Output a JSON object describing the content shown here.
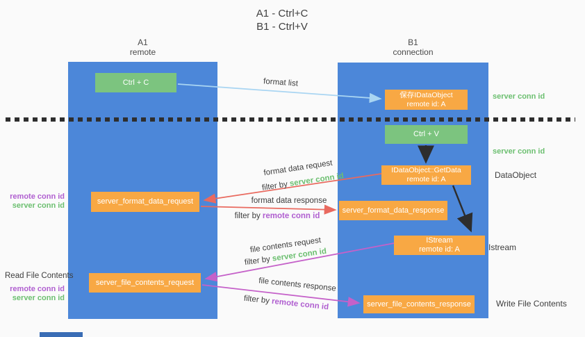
{
  "title": {
    "line1": "A1 - Ctrl+C",
    "line2": "B1 - Ctrl+V"
  },
  "columns": {
    "a1": {
      "id": "A1",
      "role": "remote"
    },
    "b1": {
      "id": "B1",
      "role": "connection"
    }
  },
  "boxes": {
    "ctrl_c": {
      "label": "Ctrl + C"
    },
    "save_dataobject": {
      "line1": "保存IDataObject",
      "line2": "remote id: A"
    },
    "ctrl_v": {
      "label": "Ctrl + V"
    },
    "getdata": {
      "line1": "IDataObject::GetData",
      "line2": "remote id: A"
    },
    "format_request": {
      "label": "server_format_data_request"
    },
    "format_response": {
      "label": "server_format_data_response"
    },
    "istream": {
      "line1": "IStream",
      "line2": "remote id: A"
    },
    "file_request": {
      "label": "server_file_contents_request"
    },
    "file_response": {
      "label": "server_file_contents_response"
    }
  },
  "left_labels": {
    "format_remote_conn": "remote conn id",
    "format_server_conn": "server conn id",
    "read_file_contents": "Read File Contents",
    "file_remote_conn": "remote conn id",
    "file_server_conn": "server conn id"
  },
  "right_labels": {
    "server_conn_top": "server conn id",
    "server_conn_mid": "server conn id",
    "dataobject": "DataObject",
    "istream": "Istream",
    "write_file_contents": "Write File Contents"
  },
  "arrow_labels": {
    "format_list": "format list",
    "format_data_request": "format data request",
    "format_data_response": "format data response",
    "file_contents_request": "file contents request",
    "file_contents_response": "file contents response",
    "filter_by": "filter by ",
    "server_conn_id": "server conn id",
    "remote_conn_id": "remote conn id"
  },
  "colors": {
    "background": "#fafafa",
    "column_blue": "#4c87d9",
    "box_green": "#7cc47f",
    "box_orange": "#f8a844",
    "arrow_lightblue": "#a9d5f2",
    "arrow_red": "#e96a5f",
    "arrow_magenta": "#c561c9",
    "arrow_black": "#2d2d2d",
    "text_green": "#6cbf70",
    "text_purple": "#b05fd0",
    "divider_black": "#2e2e2e"
  }
}
